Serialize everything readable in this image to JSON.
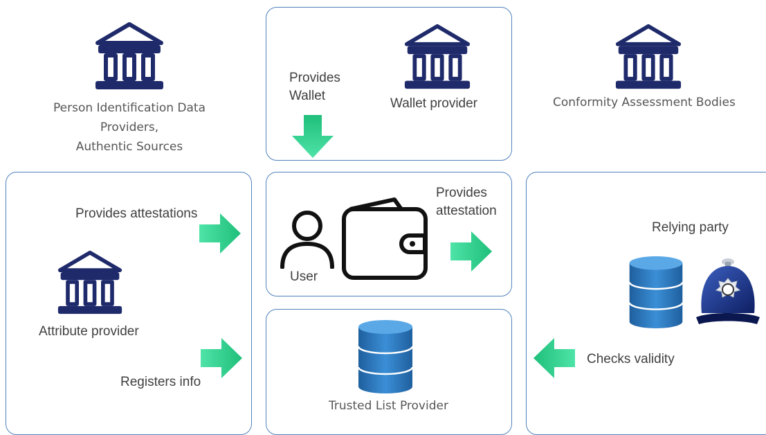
{
  "colors": {
    "box_border": "#4f81bd",
    "institution_icon": "#1f2a6b",
    "arrow_green": "#2ecc8a",
    "database_blue": "#2f7dc1",
    "text": "#3f3f3f"
  },
  "top": {
    "pid_providers": {
      "lines": [
        "Person Identification Data",
        "Providers,",
        "Authentic Sources"
      ],
      "icon": "institution-icon"
    },
    "wallet_box": {
      "provides_wallet": [
        "Provides",
        "Wallet"
      ],
      "wallet_provider_label": "Wallet provider",
      "icon": "institution-icon"
    },
    "conformity": {
      "label": "Conformity Assessment Bodies",
      "icon": "institution-icon"
    }
  },
  "left_box": {
    "provides_attestations": "Provides attestations",
    "attribute_provider": "Attribute provider",
    "registers_info": "Registers info"
  },
  "center_box": {
    "user_label": "User",
    "provides_attestation": [
      "Provides",
      "attestation"
    ]
  },
  "trusted_box": {
    "label": "Trusted List Provider"
  },
  "right_box": {
    "relying_party": "Relying party",
    "checks_validity": "Checks validity"
  }
}
